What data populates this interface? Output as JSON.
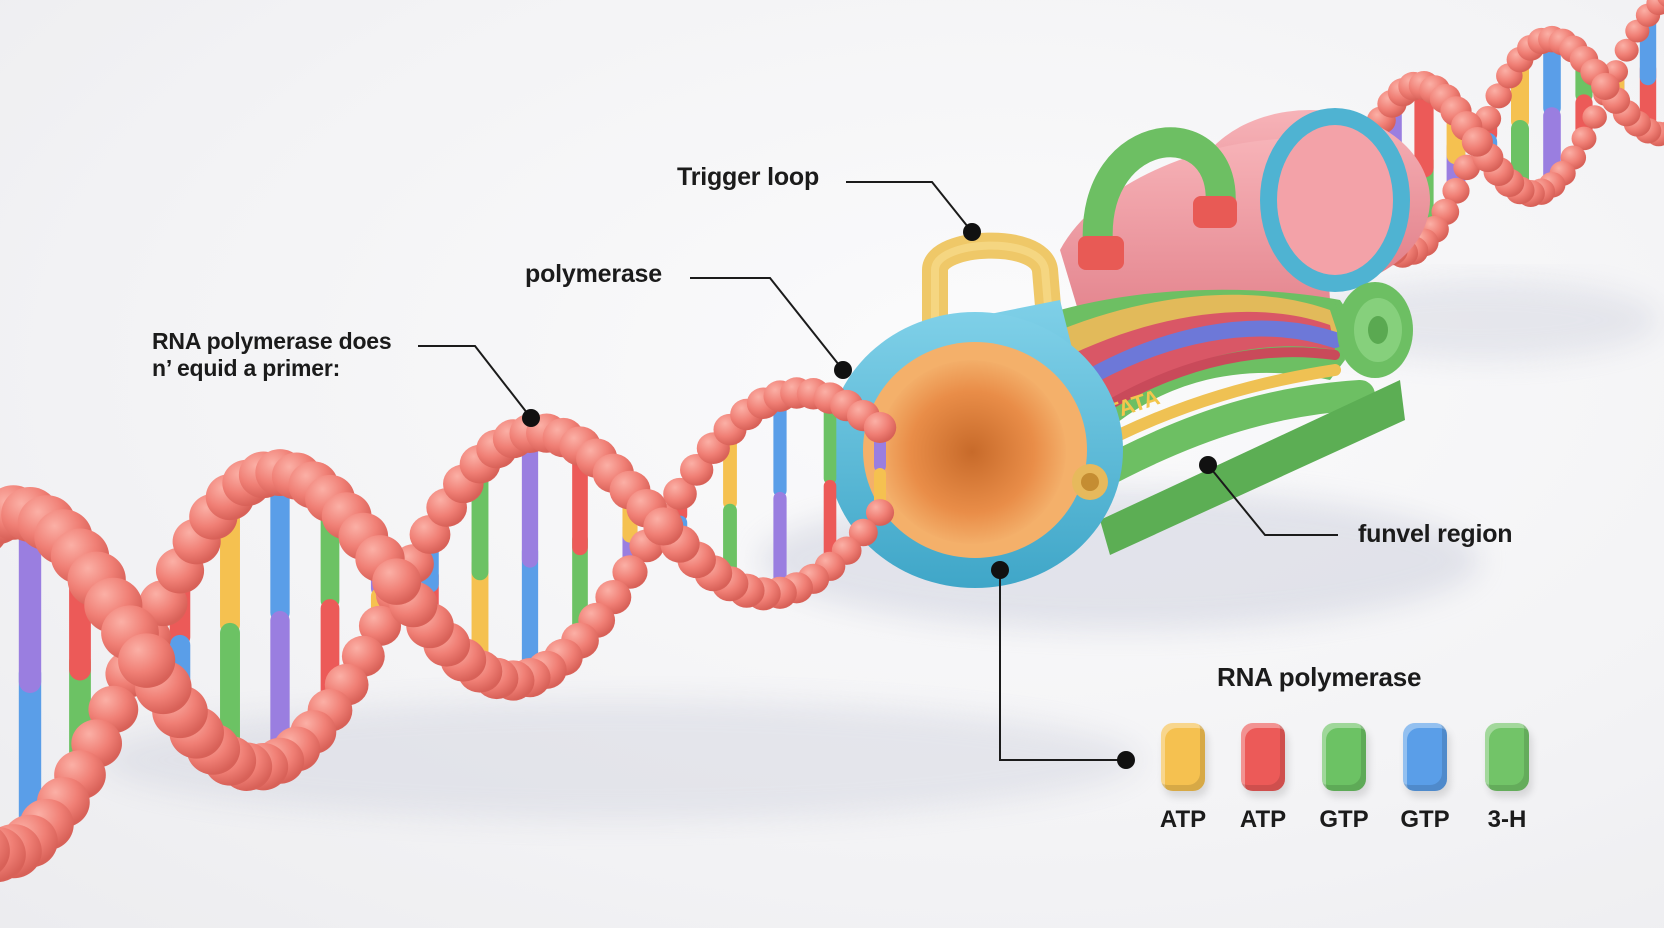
{
  "labels": {
    "trigger_loop": "Trigger loop",
    "polymerase": "polymerase",
    "primer_line1": "RNA polymerase does",
    "primer_line2": "n’ equid a primer:",
    "funnel_region": "funvel region",
    "legend_title": "RNA polymerase",
    "tata": "TATA"
  },
  "legend": {
    "items": [
      {
        "label": "ATP",
        "color": "#f5c150"
      },
      {
        "label": "ATP",
        "color": "#ec5a58"
      },
      {
        "label": "GTP",
        "color": "#6cc264"
      },
      {
        "label": "GTP",
        "color": "#5a9ee8"
      },
      {
        "label": "3-H",
        "color": "#72c468"
      }
    ]
  },
  "colors": {
    "backbone": "#f07f75",
    "enzyme_body": "#55b9d8",
    "enzyme_inner": "#f1a35a",
    "trigger_loop": "#f1cb67",
    "rear_loop": "#6dbf63",
    "rear_body": "#ef9aa0",
    "channel_red": "#d95766",
    "channel_blue": "#6d78d8",
    "channel_yellow": "#efc153",
    "base_colors": [
      "#f5c150",
      "#5a9ee8",
      "#6cc264",
      "#9a7ee0",
      "#ec5a58"
    ]
  }
}
